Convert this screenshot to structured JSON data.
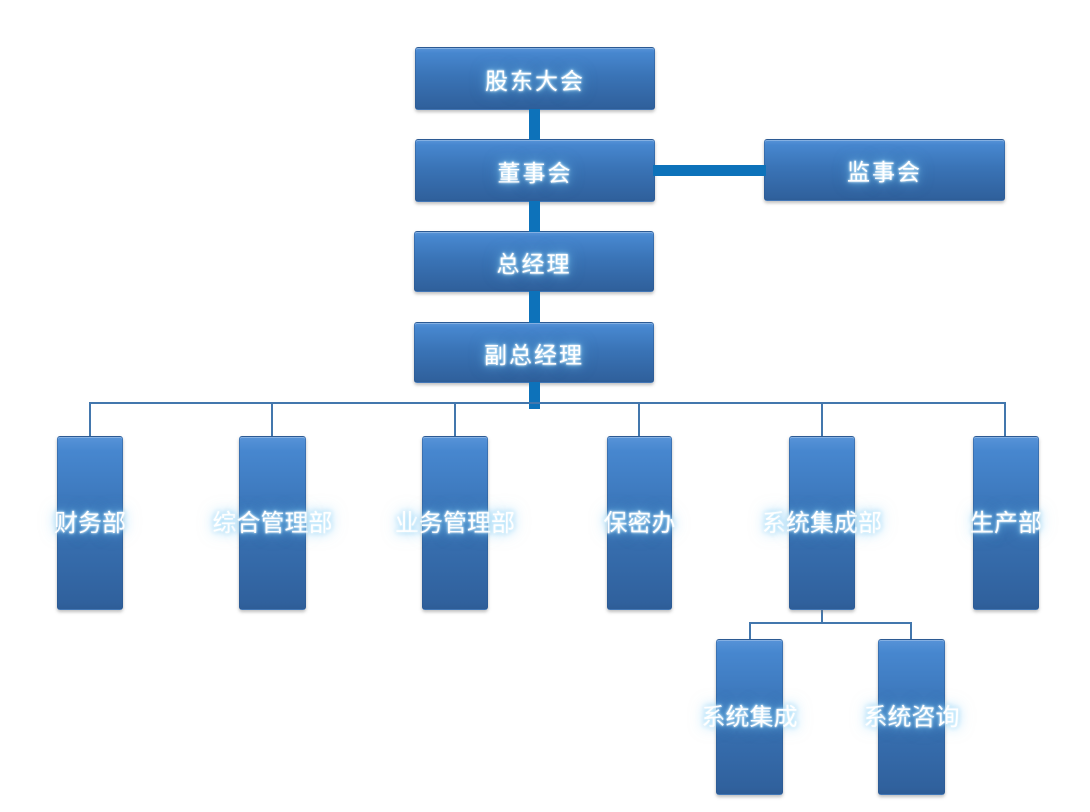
{
  "diagram": {
    "type": "org-chart",
    "background": "#ffffff",
    "colors": {
      "box_gradient_top": "#4787cf",
      "box_gradient_bottom": "#30619d",
      "thick_connector": "#0d72ba",
      "thin_connector": "#4377ad",
      "text": "#ffffff",
      "text_glow": "#8fd4f8"
    },
    "nodes": {
      "shareholders_meeting": {
        "label": "股东大会",
        "reports_to": null
      },
      "board_of_directors": {
        "label": "董事会",
        "reports_to": "股东大会"
      },
      "supervisory_board": {
        "label": "监事会",
        "reports_to": "董事会"
      },
      "general_manager": {
        "label": "总经理",
        "reports_to": "董事会"
      },
      "deputy_general_manager": {
        "label": "副总经理",
        "reports_to": "总经理"
      },
      "finance_dept": {
        "label": "财务部",
        "reports_to": "副总经理"
      },
      "general_admin_dept": {
        "label": "综合管理部",
        "reports_to": "副总经理"
      },
      "business_mgmt_dept": {
        "label": "业务管理部",
        "reports_to": "副总经理"
      },
      "confidentiality_office": {
        "label": "保密办",
        "reports_to": "副总经理"
      },
      "system_integration_dept": {
        "label": "系统集成部",
        "reports_to": "副总经理"
      },
      "production_dept": {
        "label": "生产部",
        "reports_to": "副总经理"
      },
      "system_integration": {
        "label": "系统集成",
        "reports_to": "系统集成部"
      },
      "system_consulting": {
        "label": "系统咨询",
        "reports_to": "系统集成部"
      }
    }
  }
}
